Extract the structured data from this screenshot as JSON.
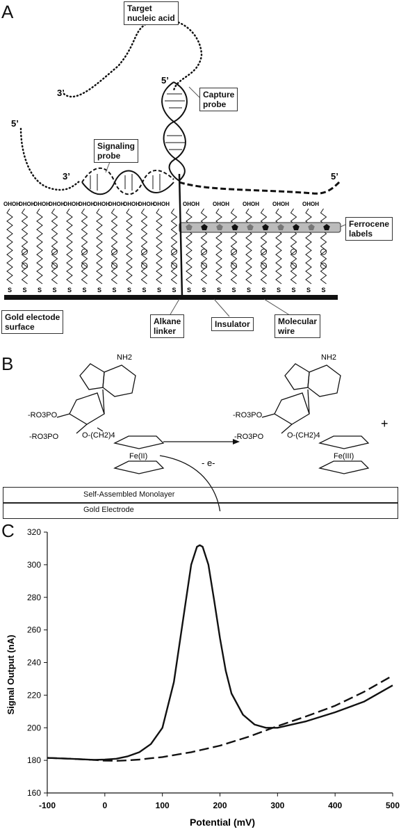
{
  "panelA": {
    "letter": "A",
    "labels": {
      "target": "Target\nnucleic acid",
      "capture": "Capture\nprobe",
      "signaling": "Signaling\nprobe",
      "ferrocene": "Ferrocene\nlabels",
      "gold_surface": "Gold electode\nsurface",
      "alkane": "Alkane\nlinker",
      "insulator": "Insulator",
      "wire": "Molecular\nwire"
    },
    "ends": {
      "target_3p": "3’",
      "capture_5p": "5’",
      "left_5p": "5’",
      "signal_3p": "3’",
      "right_5p": "5’"
    },
    "headgroup": "OHOH",
    "sulfur": "S"
  },
  "panelB": {
    "letter": "B",
    "nh2": "NH2",
    "phos_left_top": "-RO3PO",
    "phos_left_bottom": "-RO3PO",
    "linker_left": "O-(CH2)4",
    "fe_left": "Fe(II)",
    "phos_right_top": "-RO3PO",
    "phos_right_bottom": "-RO3PO",
    "linker_right": "O-(CH2)4",
    "fe_right": "Fe(III)",
    "charge": "+",
    "electron": "- e-",
    "sam": "Self-Assembled  Monolayer",
    "gold": "Gold Electrode"
  },
  "chart_data": {
    "type": "line",
    "xlabel": "Potential (mV)",
    "ylabel": "Signal Output (nA)",
    "xlim": [
      -100,
      500
    ],
    "ylim": [
      160,
      320
    ],
    "xticks": [
      -100,
      0,
      100,
      200,
      300,
      400,
      500
    ],
    "yticks": [
      160,
      180,
      200,
      220,
      240,
      260,
      280,
      300,
      320
    ],
    "series": [
      {
        "style": "solid",
        "x": [
          -100,
          -60,
          -20,
          0,
          20,
          40,
          60,
          80,
          100,
          120,
          140,
          150,
          160,
          165,
          170,
          180,
          190,
          200,
          210,
          220,
          240,
          260,
          280,
          300,
          350,
          400,
          450,
          500
        ],
        "y": [
          181.5,
          181,
          180.3,
          180.5,
          181,
          182.5,
          185,
          190,
          200,
          228,
          276,
          300,
          311,
          312,
          311,
          300,
          278,
          255,
          235,
          221,
          208,
          202,
          200,
          200,
          204,
          209.5,
          216,
          226
        ]
      },
      {
        "style": "dashed",
        "x": [
          -100,
          -60,
          -20,
          0,
          20,
          40,
          60,
          80,
          100,
          150,
          200,
          250,
          300,
          350,
          400,
          450,
          500
        ],
        "y": [
          181.5,
          181,
          180.3,
          179.8,
          179.7,
          180,
          180.5,
          181.3,
          182,
          185,
          189,
          194.5,
          201,
          207,
          213.5,
          222,
          232
        ]
      }
    ]
  }
}
